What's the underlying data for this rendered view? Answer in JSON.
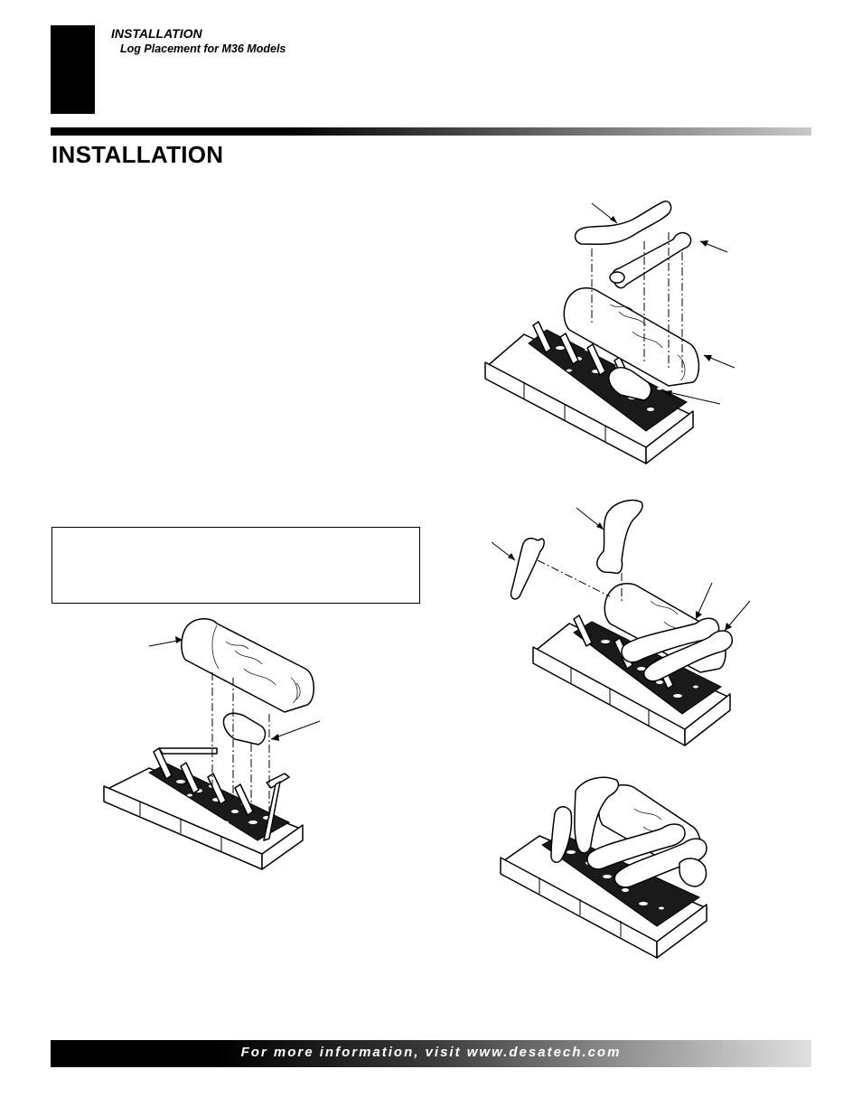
{
  "header": {
    "section": "INSTALLATION",
    "subsection": "Log Placement for M36 Models"
  },
  "page_title": "INSTALLATION",
  "footer": {
    "text": "For more information, visit www.desatech.com"
  },
  "figures": [
    {
      "id": "step-1",
      "description_icon": "log-base-rear-and-front-logs-icon"
    },
    {
      "id": "step-2",
      "description_icon": "upper-logs-placement-icon"
    },
    {
      "id": "step-3",
      "description_icon": "branch-logs-placement-icon"
    },
    {
      "id": "step-4",
      "description_icon": "completed-log-set-icon"
    }
  ],
  "colors": {
    "ink": "#000000",
    "paper": "#ffffff",
    "footer_text": "#ffffff"
  }
}
